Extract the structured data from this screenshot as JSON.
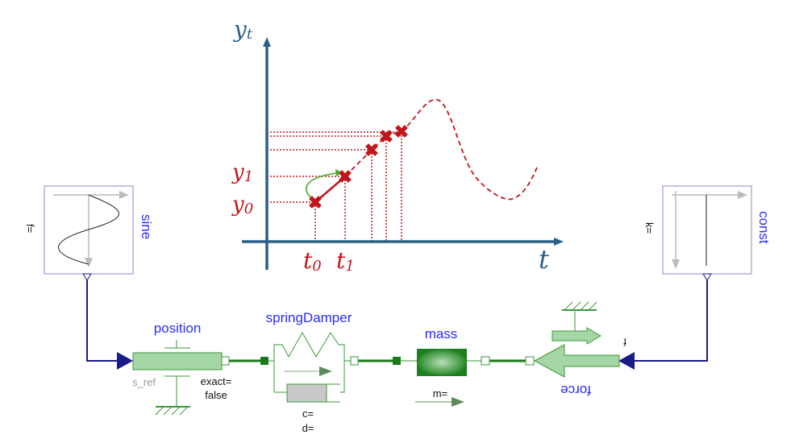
{
  "chart": {
    "y_axis_label": "y",
    "y_axis_sub": "t",
    "x_axis_label": "t",
    "y0_label": "y",
    "y0_sub": "0",
    "y1_label": "y",
    "y1_sub": "1",
    "t0_label": "t",
    "t0_sub": "0",
    "t1_label": "t",
    "t1_sub": "1"
  },
  "blocks": {
    "sine": {
      "name": "sine",
      "param": "f="
    },
    "const": {
      "name": "const",
      "param": "k="
    },
    "position": {
      "name": "position",
      "input": "s_ref",
      "param1": "exact=",
      "param2": "false"
    },
    "springDamper": {
      "name": "springDamper",
      "param1": "c=",
      "param2": "d="
    },
    "mass": {
      "name": "mass",
      "param": "m="
    },
    "force": {
      "name": "force",
      "input": "f"
    }
  },
  "colors": {
    "axis": "#2a5f86",
    "curve": "#c0161b",
    "label": "#2a2aff",
    "signal": "#1a1a8a",
    "mech": "#1a7a1a"
  }
}
